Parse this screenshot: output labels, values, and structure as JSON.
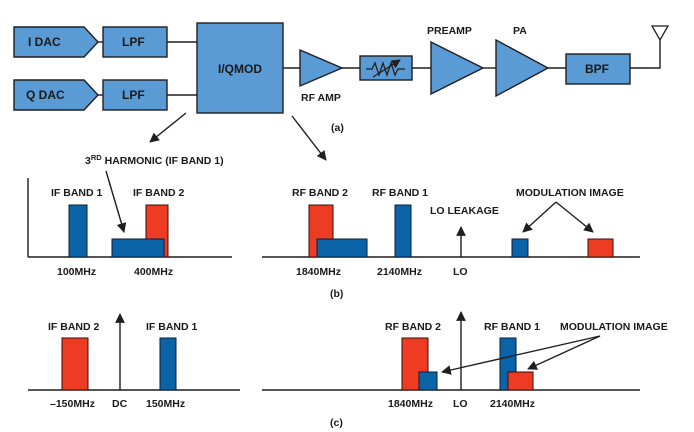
{
  "colors": {
    "block": "#5b9bd5",
    "blue_bar": "#0b64a8",
    "red_bar": "#ee3b24",
    "line": "#1f1f1f"
  },
  "blocks": {
    "i_dac": "I DAC",
    "q_dac": "Q DAC",
    "lpf_top": "LPF",
    "lpf_bottom": "LPF",
    "iqmod": "I/QMOD",
    "rf_amp": "RF AMP",
    "preamp": "PREAMP",
    "pa": "PA",
    "bpf": "BPF",
    "attenuator_icon": "variable-attenuator-icon",
    "antenna_icon": "antenna-icon"
  },
  "captions": {
    "a": "(a)",
    "b": "(b)",
    "c": "(c)"
  },
  "panel_b": {
    "harmonic_prefix": "3",
    "harmonic_sup": "RD",
    "harmonic_suffix": " HARMONIC (IF BAND 1)",
    "left": {
      "labels": {
        "if_band1": "IF BAND 1",
        "if_band2": "IF BAND 2"
      },
      "ticks": {
        "t1": "100MHz",
        "t2": "400MHz"
      }
    },
    "right": {
      "labels": {
        "rf_band2": "RF BAND 2",
        "rf_band1": "RF BAND 1",
        "lo_leakage": "LO LEAKAGE",
        "mod_image": "MODULATION IMAGE"
      },
      "ticks": {
        "t1": "1840MHz",
        "t2": "2140MHz",
        "t3": "LO"
      }
    }
  },
  "panel_c": {
    "left": {
      "labels": {
        "if_band2": "IF BAND 2",
        "if_band1": "IF BAND 1"
      },
      "ticks": {
        "t1": "–150MHz",
        "t2": "DC",
        "t3": "150MHz"
      }
    },
    "right": {
      "labels": {
        "rf_band2": "RF BAND 2",
        "rf_band1": "RF BAND 1",
        "mod_image": "MODULATION IMAGE"
      },
      "ticks": {
        "t1": "1840MHz",
        "t2": "LO",
        "t3": "2140MHz"
      }
    }
  }
}
